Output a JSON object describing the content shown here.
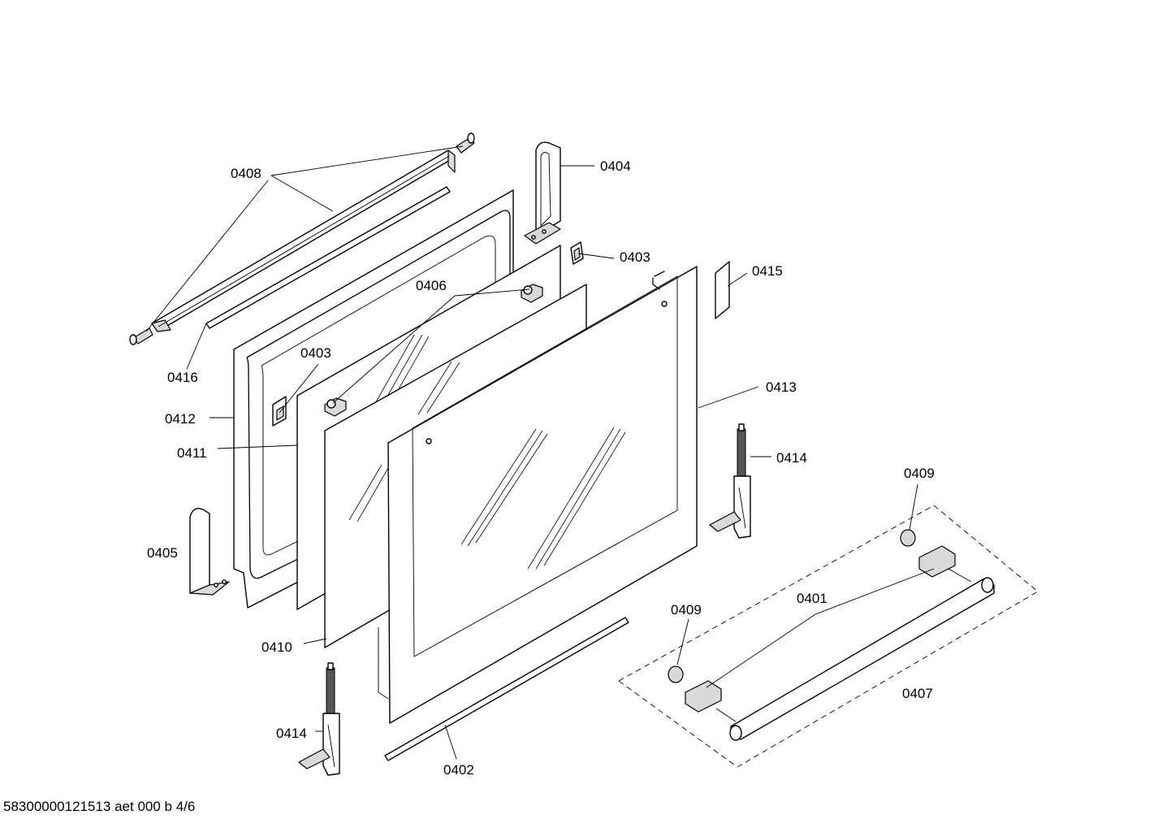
{
  "labels": {
    "p0408": "0408",
    "p0404": "0404",
    "p0403a": "0403",
    "p0415": "0415",
    "p0406": "0406",
    "p0403b": "0403",
    "p0416": "0416",
    "p0412": "0412",
    "p0411": "0411",
    "p0413": "0413",
    "p0414a": "0414",
    "p0409a": "0409",
    "p0405": "0405",
    "p0401": "0401",
    "p0409b": "0409",
    "p0410": "0410",
    "p0407": "0407",
    "p0414b": "0414",
    "p0402": "0402"
  },
  "footer": {
    "drawing_code": "58300000121513 aet 000 b 4/6"
  }
}
